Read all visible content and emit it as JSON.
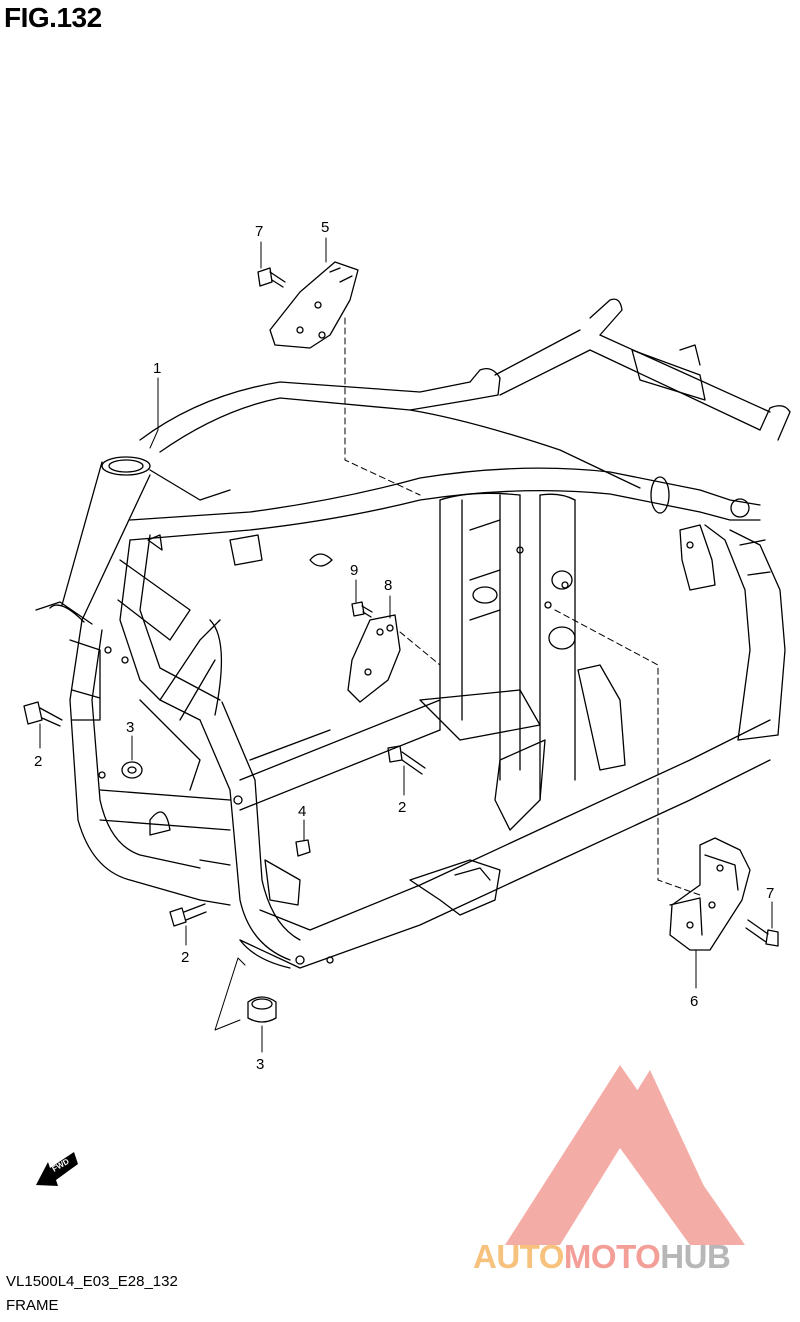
{
  "figure": {
    "title": "FIG.132"
  },
  "callouts": {
    "c1": "1",
    "c2a": "2",
    "c2b": "2",
    "c2c": "2",
    "c3a": "3",
    "c3b": "3",
    "c4": "4",
    "c5": "5",
    "c6": "6",
    "c7a": "7",
    "c7b": "7",
    "c8": "8",
    "c9": "9"
  },
  "fwd_label": "FWD",
  "footer": {
    "code": "VL1500L4_E03_E28_132",
    "name": "FRAME"
  },
  "watermark": {
    "part1": "AUTO",
    "part2": "MOTO",
    "part3": "HUB"
  },
  "colors": {
    "line": "#000000",
    "wm_orange": "#f6c27d",
    "wm_red": "#f39e97",
    "wm_gray": "#b7b7b7"
  }
}
